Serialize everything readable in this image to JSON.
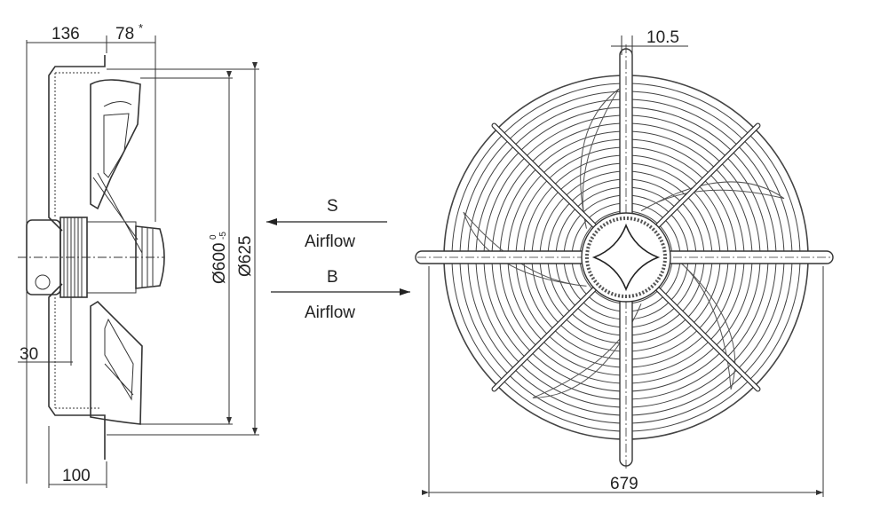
{
  "side_view": {
    "dim_136": "136",
    "dim_78": "78",
    "dim_78_mark": "*",
    "dim_30": "30",
    "dim_100": "100",
    "dim_600": "Ø600",
    "dim_600_tol_upper": "0",
    "dim_600_tol_lower": "-5",
    "dim_625": "Ø625"
  },
  "airflow": {
    "s_label": "S",
    "s_text": "Airflow",
    "b_label": "B",
    "b_text": "Airflow"
  },
  "front_view": {
    "dim_10_5": "10.5",
    "dim_679": "679"
  }
}
